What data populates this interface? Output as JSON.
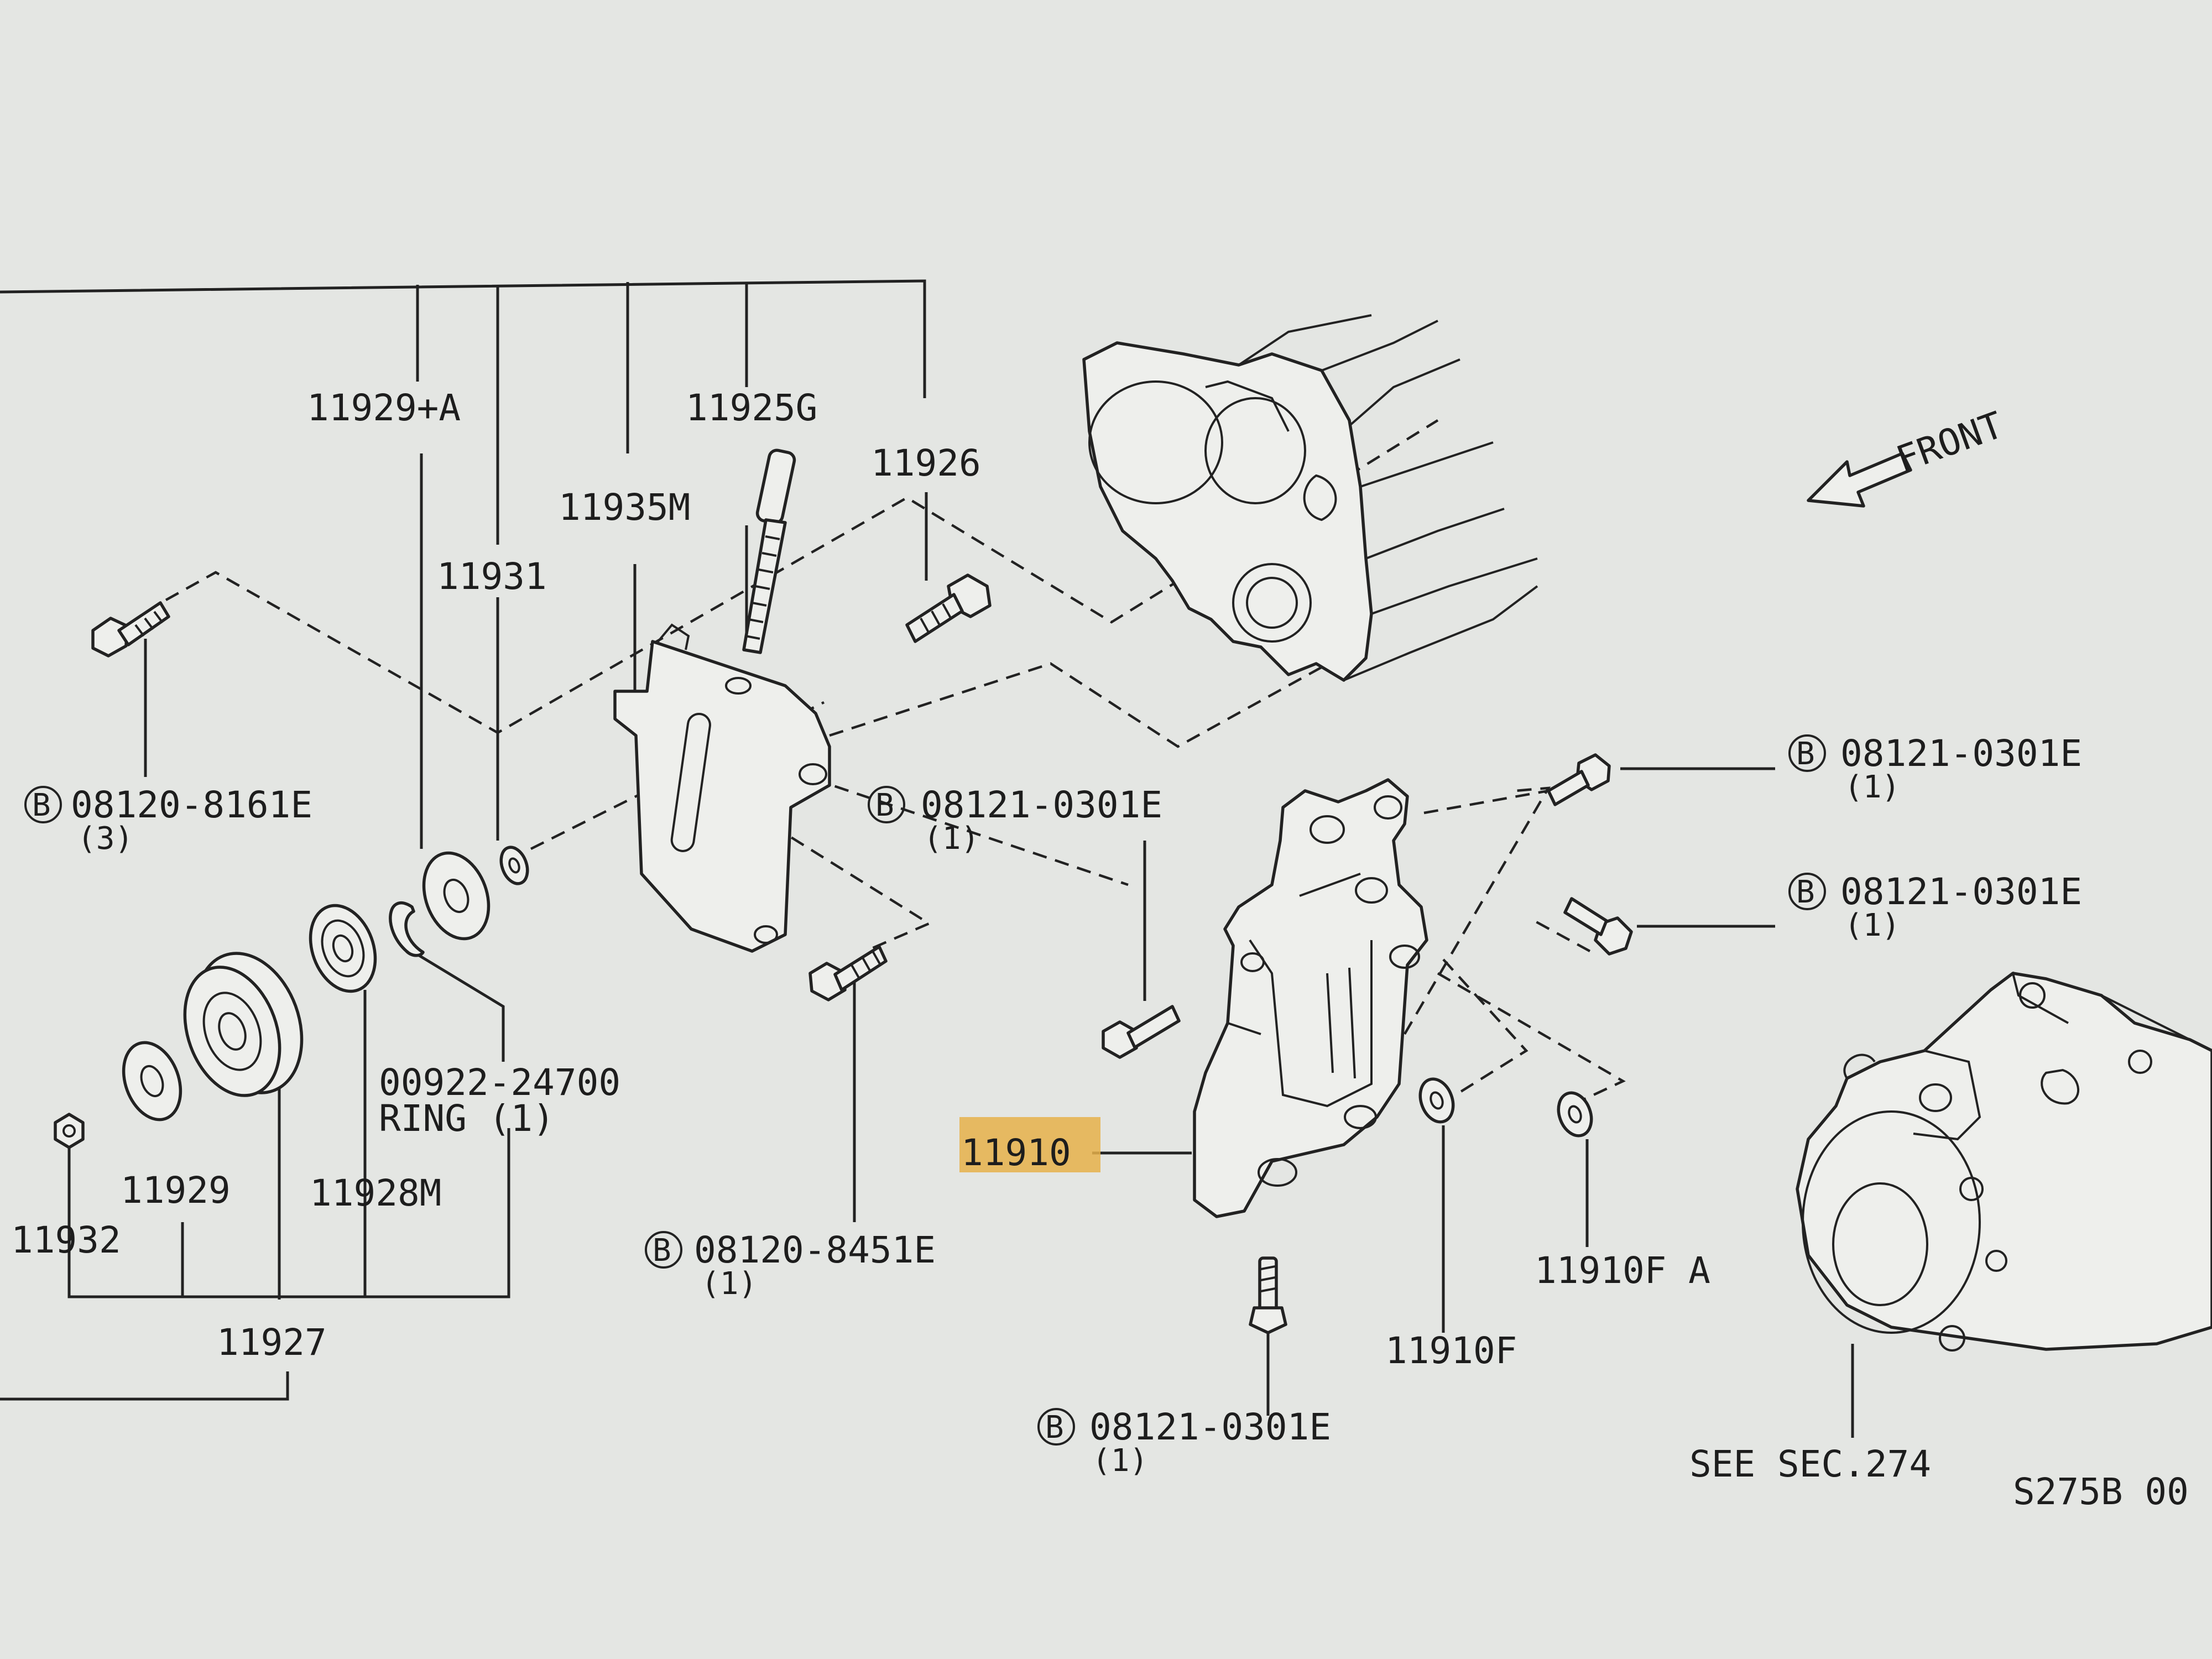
{
  "labels": {
    "p11929a": "11929+A",
    "p11925g": "11925G",
    "p11926": "11926",
    "p11935m": "11935M",
    "p11931": "11931",
    "b_8161e": "08120-8161E",
    "b_8161e_qty": "(3)",
    "b_0301e_mid": "08121-0301E",
    "b_0301e_mid_qty": "(1)",
    "ring_part": "00922-24700",
    "ring_desc": "RING (1)",
    "p11929": "11929",
    "p11928m": "11928M",
    "p11932": "11932",
    "p11927": "11927",
    "b_8451e": "08120-8451E",
    "b_8451e_qty": "(1)",
    "p11910": "11910",
    "p11910fa": "11910F A",
    "p11910f": "11910F",
    "b_0301e_bottom": "08121-0301E",
    "b_0301e_bottom_qty": "(1)",
    "b_0301e_top": "08121-0301E",
    "b_0301e_top_qty": "(1)",
    "b_0301e_right": "08121-0301E",
    "b_0301e_right_qty": "(1)",
    "see_sec": "SEE SEC.274",
    "diagram_code": "S275B 00",
    "front": "FRONT",
    "bolt_marker": "B"
  },
  "colors": {
    "paper": "#e4e6e3",
    "ink": "#1d1d1d",
    "highlight": "#e6b04a"
  }
}
